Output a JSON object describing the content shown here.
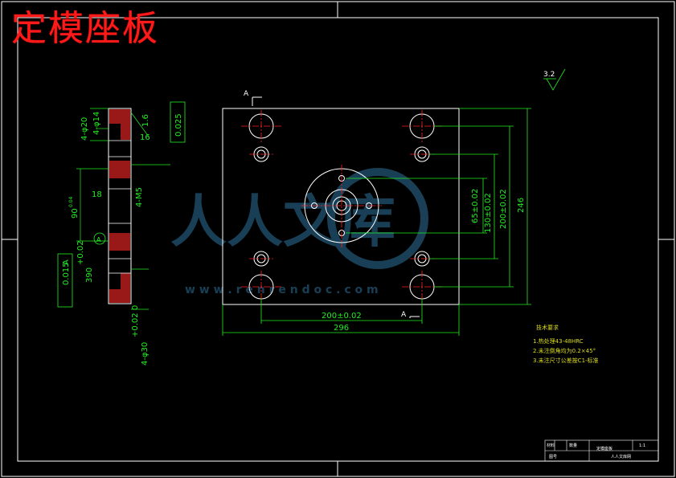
{
  "title": "定模座板",
  "roughness": "3.2",
  "section_marker": "A",
  "dimensions": {
    "hole_200": "200±0.02",
    "width_296": "296",
    "v_65": "65±0.02",
    "v_130": "130±0.02",
    "v_200": "200±0.02",
    "height_246": "246",
    "side_4_d20": "4-φ20",
    "side_4_d14": "4-φ14",
    "side_16": "16",
    "side_1_6": "1.6",
    "side_4_m5": "4-M5",
    "side_18": "18",
    "side_90": "90",
    "side_90_tol": "0.04",
    "side_390": "390",
    "side_390_tol": "+0.02",
    "side_bottom": "4-φ30",
    "side_bottom_tol": "+0.02  0",
    "gdt_flatness_value": "0.025",
    "gdt_concentric_value": "0.015",
    "gdt_datum": "A",
    "datum_label": "A"
  },
  "notes": {
    "heading": "技术要求",
    "items": [
      "1.热处理43-48HRC",
      "2.未注倒角均为0.2×45°",
      "3.未注尺寸公差按C1-标准"
    ]
  },
  "watermark": {
    "chars": "人人文库",
    "url": "w w w . r e n r e n d o c . c o m"
  },
  "title_block": {
    "material_label": "材料",
    "qty": "数量",
    "name": "定模座板",
    "scale": "1:1",
    "drawing_no": "图号",
    "company": "人人文库网"
  },
  "colors": {
    "title": "#ff1a1a",
    "outline": "#ffffff",
    "dimension": "#22ee22",
    "center": "#ff2222",
    "notes": "#dddd22",
    "watermark": "#1e4a66"
  }
}
